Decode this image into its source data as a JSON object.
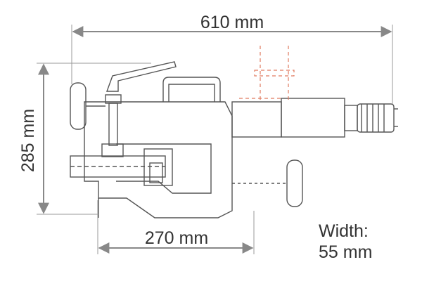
{
  "dimensions": {
    "overall_length": "610 mm",
    "height": "285 mm",
    "base_length": "270 mm"
  },
  "width_note": {
    "label": "Width:",
    "value": "55 mm"
  },
  "colors": {
    "line": "#555555",
    "dim_line": "#888888",
    "accent": "#e07a5f",
    "text": "#333333"
  }
}
